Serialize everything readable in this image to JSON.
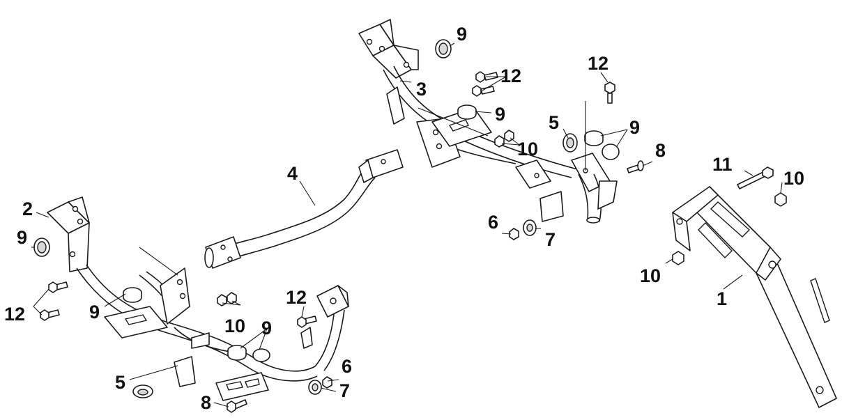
{
  "diagram": {
    "callouts": [
      {
        "id": "c1",
        "text": "1"
      },
      {
        "id": "c2",
        "text": "2"
      },
      {
        "id": "c3",
        "text": "3"
      },
      {
        "id": "c4",
        "text": "4"
      },
      {
        "id": "c5a",
        "text": "5"
      },
      {
        "id": "c5b",
        "text": "5"
      },
      {
        "id": "c6a",
        "text": "6"
      },
      {
        "id": "c6b",
        "text": "6"
      },
      {
        "id": "c7a",
        "text": "7"
      },
      {
        "id": "c7b",
        "text": "7"
      },
      {
        "id": "c8a",
        "text": "8"
      },
      {
        "id": "c8b",
        "text": "8"
      },
      {
        "id": "c9a",
        "text": "9"
      },
      {
        "id": "c9b",
        "text": "9"
      },
      {
        "id": "c9c",
        "text": "9"
      },
      {
        "id": "c9d",
        "text": "9"
      },
      {
        "id": "c9e",
        "text": "9"
      },
      {
        "id": "c9f",
        "text": "9"
      },
      {
        "id": "c10a",
        "text": "10"
      },
      {
        "id": "c10b",
        "text": "10"
      },
      {
        "id": "c10c",
        "text": "10"
      },
      {
        "id": "c10d",
        "text": "10"
      },
      {
        "id": "c11",
        "text": "11"
      },
      {
        "id": "c12a",
        "text": "12"
      },
      {
        "id": "c12b",
        "text": "12"
      },
      {
        "id": "c12c",
        "text": "12"
      },
      {
        "id": "c12d",
        "text": "12"
      }
    ]
  }
}
